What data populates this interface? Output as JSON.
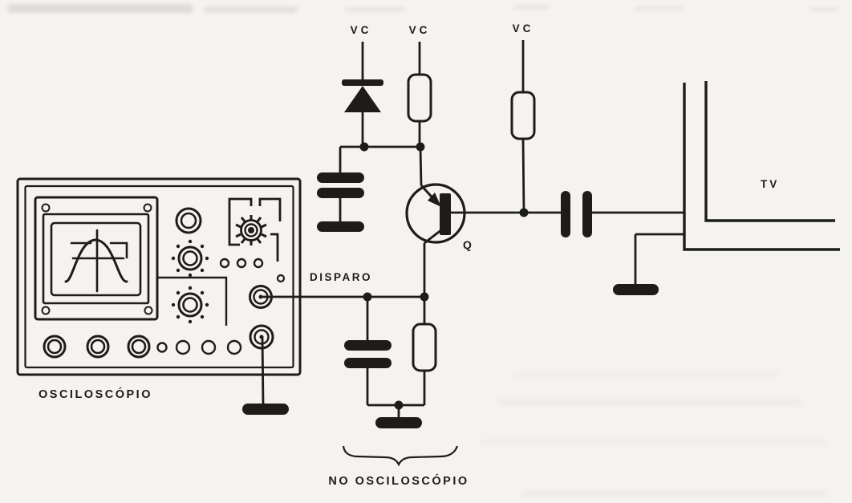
{
  "colors": {
    "ink": "#1d1c1a",
    "paper": "#f5f3ef"
  },
  "labels": {
    "vc_left": "VC",
    "vc_mid": "VC",
    "vc_right": "VC",
    "trigger": "DISPARO",
    "transistor_ref": "Q",
    "tv": "TV",
    "oscilloscope_caption": "OSCILOSCÓPIO",
    "brace_caption": "NO OSCILOSCÓPIO"
  }
}
